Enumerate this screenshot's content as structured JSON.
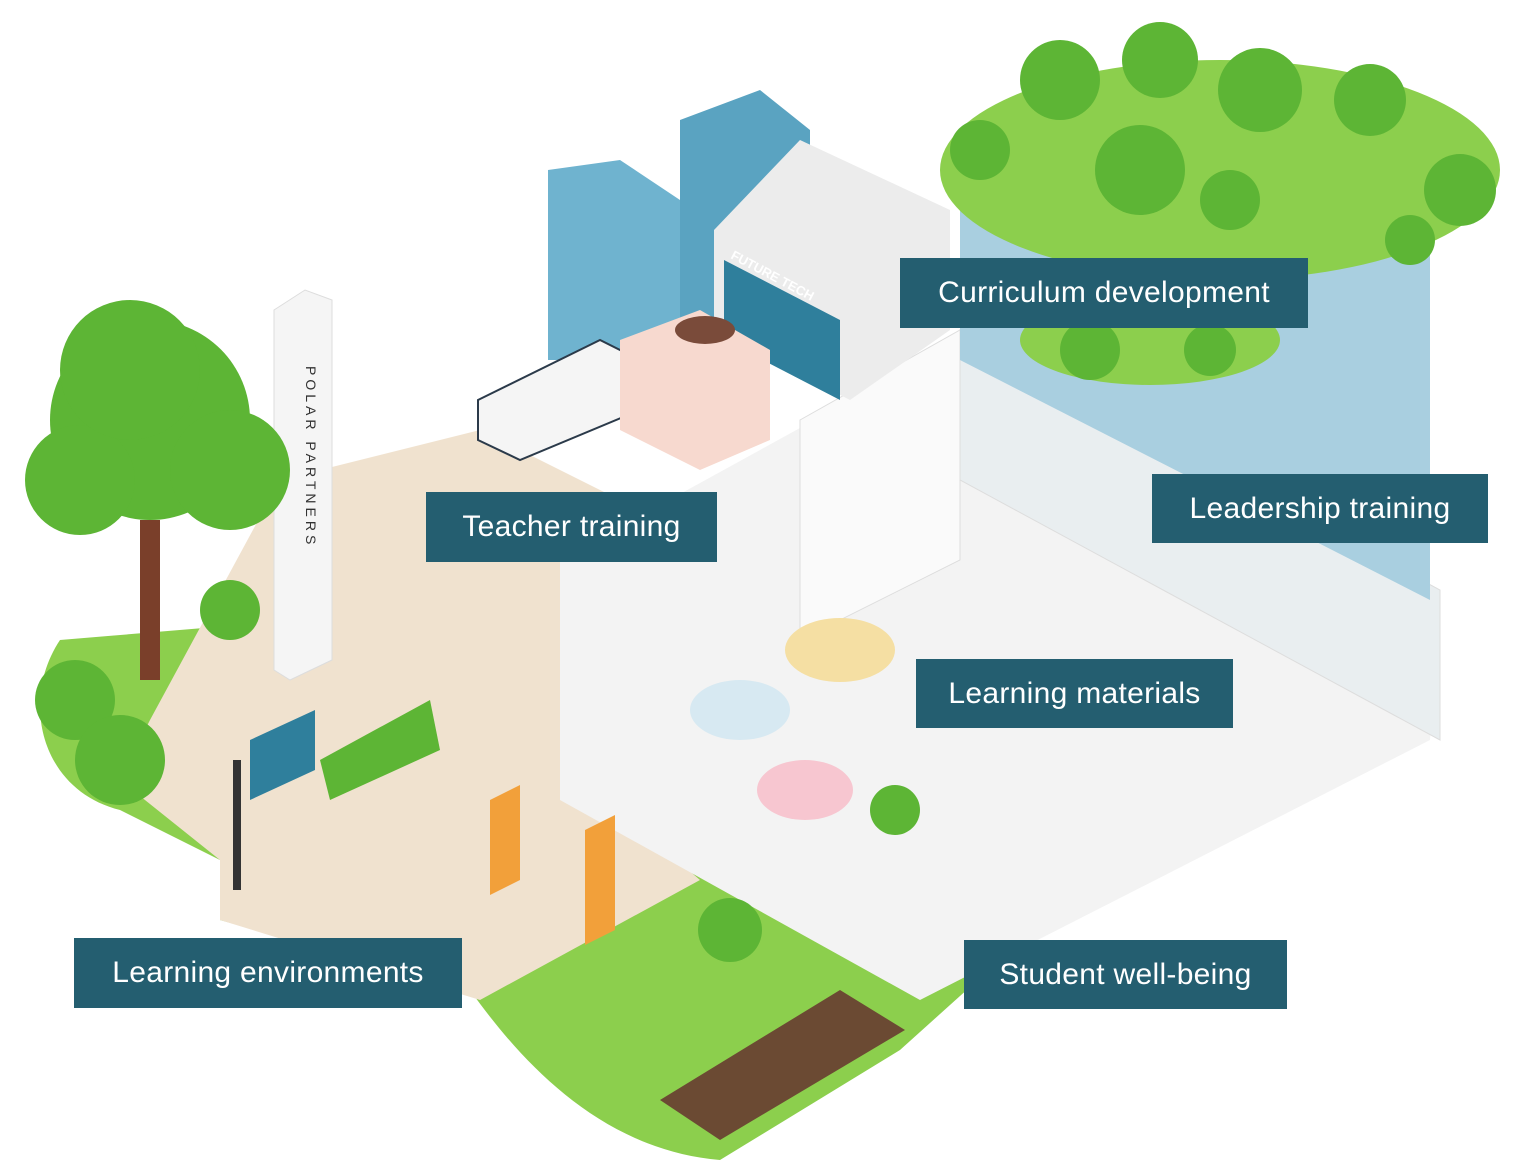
{
  "labels": {
    "curriculum": "Curriculum development",
    "teacher": "Teacher training",
    "leadership": "Leadership training",
    "materials": "Learning materials",
    "environments": "Learning environments",
    "wellbeing": "Student well-being"
  },
  "signage": {
    "pillar": "POLAR PARTNERS",
    "building": "FUTURE TECH"
  },
  "colors": {
    "label_bg": "#245e70",
    "label_text": "#ffffff",
    "grass": "#8ccf4d",
    "tree": "#5db535",
    "path": "#f0e2cf",
    "glass": "#6fb3cf"
  }
}
